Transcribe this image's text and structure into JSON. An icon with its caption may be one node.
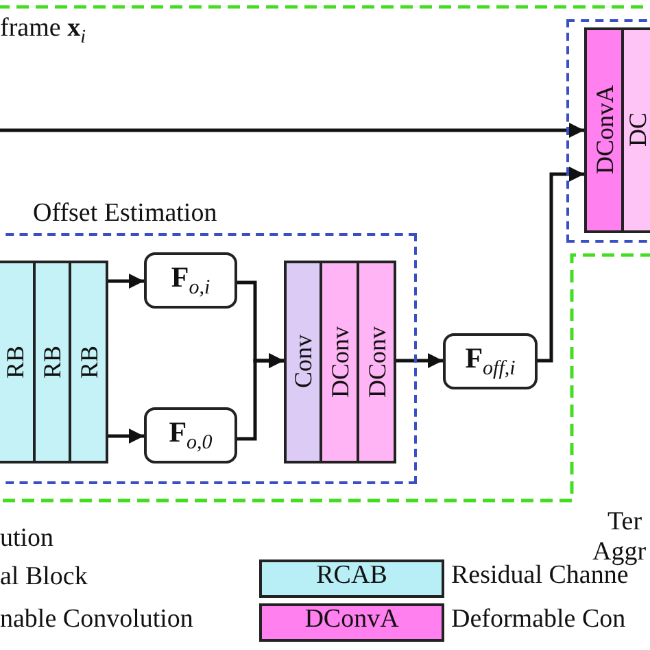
{
  "diagram": {
    "nodes": [
      {
        "text": [],
        "shape": "box"
      },
      {
        "text": [
          "DConvA"
        ],
        "in": 0
      },
      {
        "text": [
          "DC"
        ],
        "in": 0
      },
      {
        "text": [
          "Offset Estimation"
        ]
      },
      {
        "text": [
          "RB"
        ],
        "in": 3
      },
      {
        "text": [
          "RB"
        ],
        "in": 3
      },
      {
        "text": [
          "RB"
        ],
        "in": 3
      },
      {
        "text": [
          "**F**$_{o,i}$"
        ],
        "in": 3
      },
      {
        "text": [
          "**F**$_{o,0}$"
        ],
        "in": 3
      },
      {
        "text": [
          "Conv"
        ],
        "in": 3
      },
      {
        "text": [
          "DConv"
        ],
        "in": 3
      },
      {
        "text": [
          "DConv"
        ],
        "in": 3
      },
      {
        "text": [
          "**F**$_{off,i}$"
        ]
      }
    ],
    "edges": [
      {
        "from": null,
        "to": 1,
        "arrow": "to"
      },
      {
        "from": 6,
        "to": 7,
        "arrow": "to"
      },
      {
        "from": 6,
        "to": 8,
        "arrow": "to"
      },
      {
        "from": 7,
        "to": 9,
        "arrow": "to"
      },
      {
        "from": 8,
        "to": 9,
        "arrow": "to"
      },
      {
        "from": 11,
        "to": 12,
        "arrow": "to"
      },
      {
        "from": 12,
        "to": 1,
        "arrow": "to"
      }
    ],
    "labels": [
      "frame **x**$_{i}$",
      "Ter",
      "ution",
      "Aggr",
      "al Block",
      "RCAB",
      "nable Convolution",
      "DConvA"
    ],
    "legend": [
      {
        "text": "Residual Channe",
        "color": "#b8eef5"
      },
      {
        "text": "Deformable Con",
        "color": "#ff80ee"
      }
    ]
  }
}
